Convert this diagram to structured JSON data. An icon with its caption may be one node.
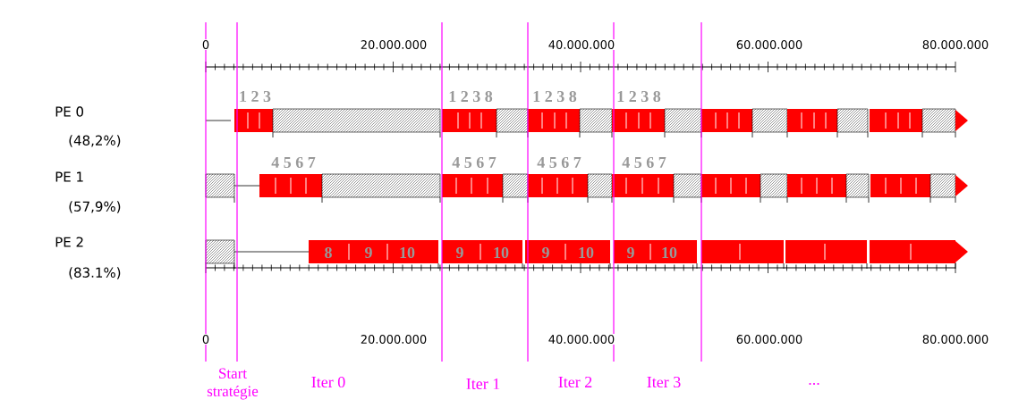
{
  "diagram": {
    "labels": [
      "0",
      "20.000.000",
      "40.000.000",
      "60.000.000",
      "80.000.000",
      "1 2 3",
      "1 2 3 8",
      "1 2 3 8",
      "1 2 3 8",
      "PE 0",
      "(48,2%)",
      "4 5 6 7",
      "4 5 6 7",
      "4 5 6 7",
      "4 5 6 7",
      "PE 1",
      "(57,9%)",
      "PE 2",
      "8",
      "9",
      "10",
      "9",
      "10",
      "9",
      "10",
      "9",
      "10",
      "(83.1%)",
      "0",
      "20.000.000",
      "40.000.000",
      "60.000.000",
      "80.000.000",
      "Start stratégie",
      "Iter 0",
      "Iter 1",
      "Iter 2",
      "Iter 3",
      "..."
    ]
  }
}
